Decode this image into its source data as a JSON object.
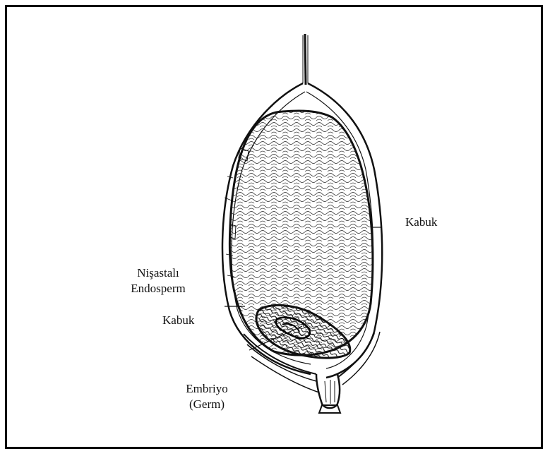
{
  "figure": {
    "labels": {
      "kabuk_right": "Kabuk",
      "nisastali_line1": "Nişastalı",
      "nisastali_line2": "Endosperm",
      "kabuk_left": "Kabuk",
      "embriyo_line1": "Embriyo",
      "embriyo_line2": "(Germ)"
    },
    "colors": {
      "border": "#000000",
      "ink": "#111111",
      "background": "#ffffff"
    }
  }
}
